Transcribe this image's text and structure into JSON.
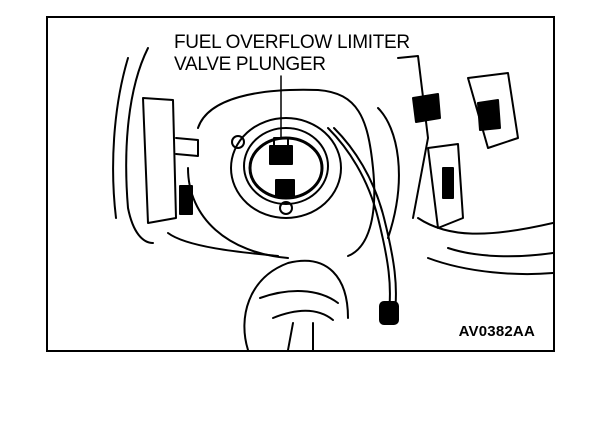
{
  "figure": {
    "callout_line1": "FUEL OVERFLOW LIMITER",
    "callout_line2": "VALVE PLUNGER",
    "figure_code": "AV0382AA"
  }
}
